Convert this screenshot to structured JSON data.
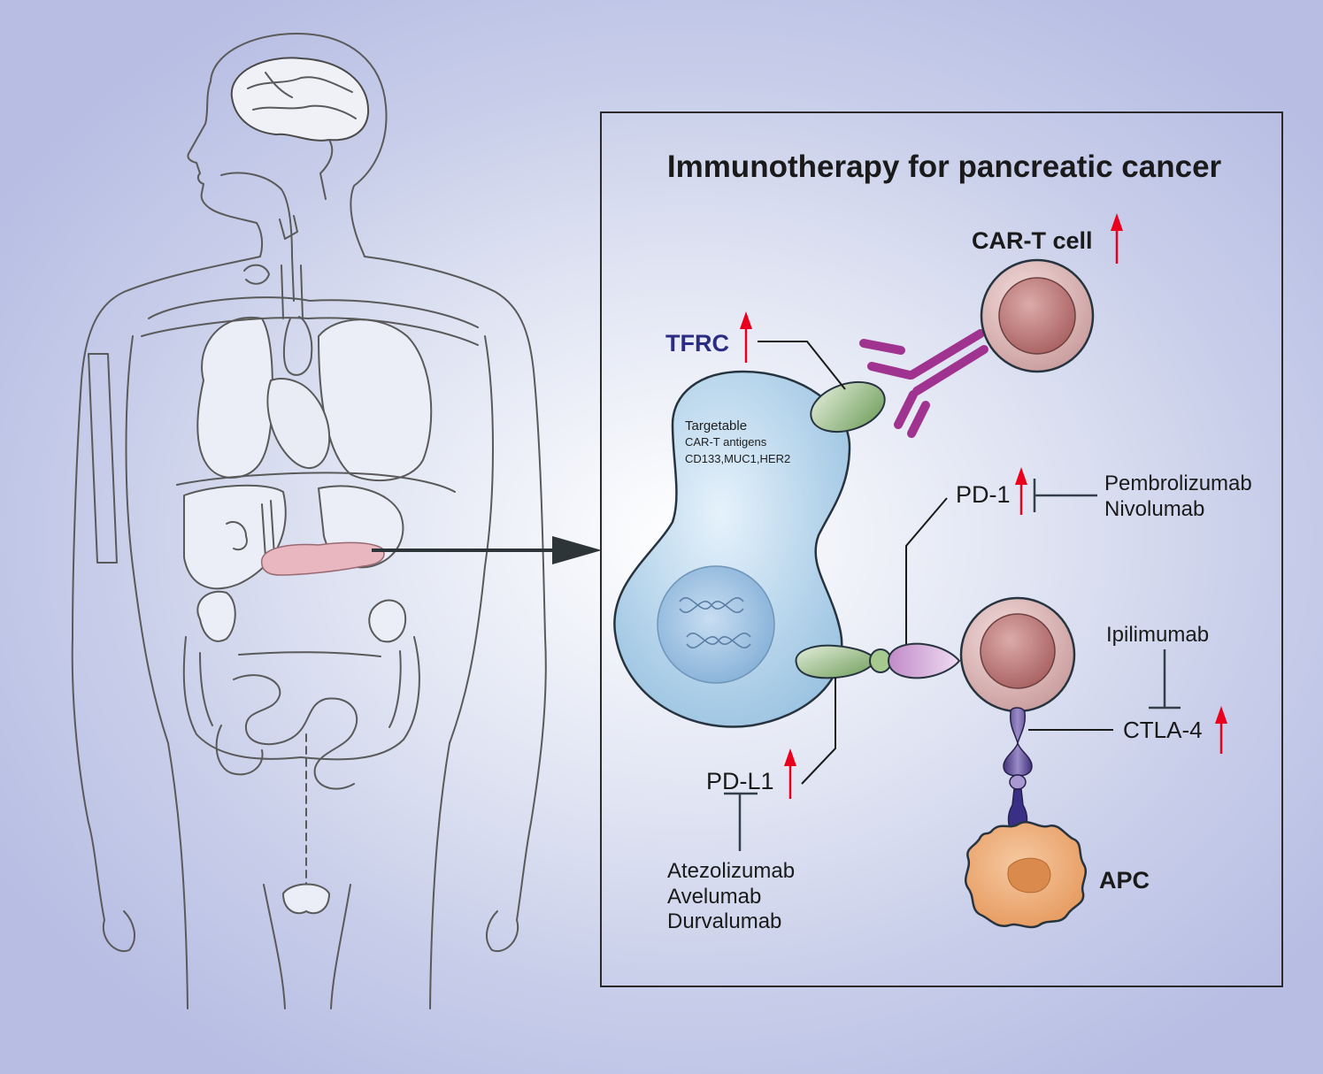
{
  "title": "Immunotherapy for pancreatic cancer",
  "labels": {
    "car_t_cell": "CAR-T cell",
    "tfrc": "TFRC",
    "targetable_line1": "Targetable",
    "targetable_line2": "CAR-T antigens",
    "targetable_line3": "CD133,MUC1,HER2",
    "pd1": "PD-1",
    "pdl1": "PD-L1",
    "ctla4": "CTLA-4",
    "apc": "APC"
  },
  "drugs": {
    "pd1": [
      "Pembrolizumab",
      "Nivolumab"
    ],
    "ctla4": [
      "Ipilimumab"
    ],
    "pdl1": [
      "Atezolizumab",
      "Avelumab",
      "Durvalumab"
    ]
  },
  "colors": {
    "upregulation_arrow": "#e8001c",
    "tfrc_text": "#2b2c84",
    "antibody": "#a0338f",
    "tumor_cell": "#bcd9ee",
    "t_cell": "#cfa3a3",
    "apc": "#f0a870",
    "pancreas": "#e8b7c0"
  }
}
